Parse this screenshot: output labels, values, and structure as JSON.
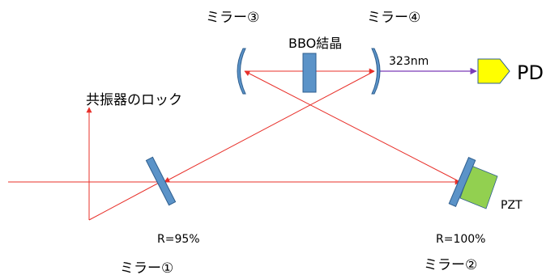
{
  "labels": {
    "mirror1": "ミラー①",
    "mirror2": "ミラー②",
    "mirror3": "ミラー③",
    "mirror4": "ミラー④",
    "crystal": "BBO結晶",
    "wavelength": "323nm",
    "detector": "PD",
    "lock": "共振器のロック",
    "reflect1": "R=95%",
    "reflect2": "R=100%",
    "pzt": "PZT"
  },
  "colors": {
    "beam": "#e8302a",
    "output_beam": "#7a3bb8",
    "mirror": "#5b93c8",
    "mirror_edge": "#2f5f8f",
    "pzt": "#92d050",
    "detector": "#ffff00"
  }
}
